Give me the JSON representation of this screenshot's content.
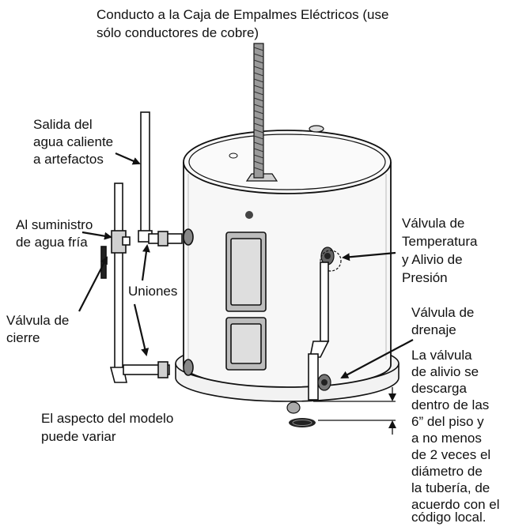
{
  "labels": {
    "conduit_l1": "Conducto a la Caja de Empalmes Eléctricos (use",
    "conduit_l2": "sólo conductores de cobre)",
    "hot_l1": "Salida del",
    "hot_l2": "agua caliente",
    "hot_l3": "a artefactos",
    "cold_l1": "Al suministro",
    "cold_l2": "de agua fría",
    "unions": "Uniones",
    "shutoff_l1": "Válvula de",
    "shutoff_l2": "cierre",
    "tp_l1": "Válvula de",
    "tp_l2": "Temperatura",
    "tp_l3": "y Alivio de",
    "tp_l4": "Presión",
    "drain_l1": "Válvula de",
    "drain_l2": "drenaje",
    "relief_lines": [
      "La válvula",
      "de alivio se",
      "descarga",
      "dentro de las",
      "6” del piso y",
      "a no menos",
      "de 2 veces el",
      "diámetro de",
      "la tubería, de",
      "acuerdo con el",
      "código local."
    ],
    "model_l1": "El aspecto del modelo",
    "model_l2": "puede variar"
  },
  "colors": {
    "line": "#111111",
    "tank_fill": "#f7f7f7",
    "panel": "#d9d9d9"
  }
}
